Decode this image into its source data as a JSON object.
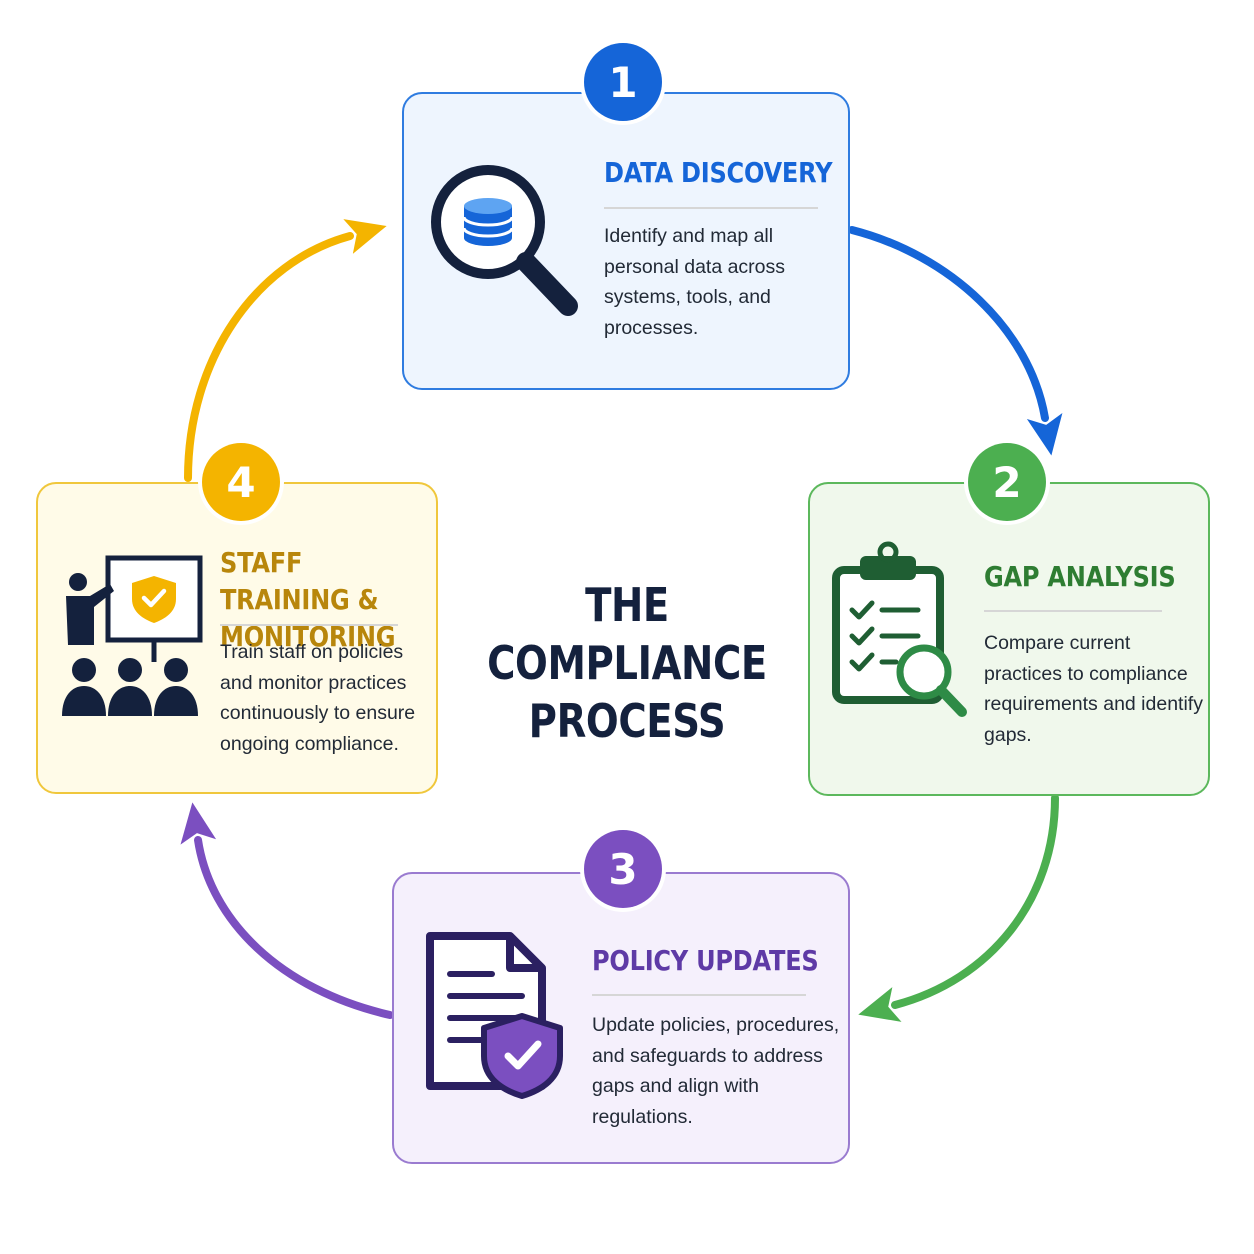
{
  "title": "THE COMPLIANCE PROCESS",
  "colors": {
    "blue": "#1565d8",
    "green": "#4caf50",
    "purple": "#7b4fc0",
    "yellow": "#f4b400",
    "navy": "#14213d"
  },
  "steps": [
    {
      "number": "1",
      "title": "DATA DISCOVERY",
      "description": "Identify and map all personal data across systems, tools, and processes.",
      "icon": "database-search-icon"
    },
    {
      "number": "2",
      "title": "GAP ANALYSIS",
      "description": "Compare current practices to compliance requirements and identify gaps.",
      "icon": "clipboard-checklist-icon"
    },
    {
      "number": "3",
      "title": "POLICY UPDATES",
      "description": "Update policies, procedures, and safeguards to address gaps and align with regulations.",
      "icon": "document-shield-icon"
    },
    {
      "number": "4",
      "title": "STAFF TRAINING & MONITORING",
      "description": "Train staff on policies and monitor practices continuously to ensure ongoing compliance.",
      "icon": "training-presentation-icon"
    }
  ]
}
